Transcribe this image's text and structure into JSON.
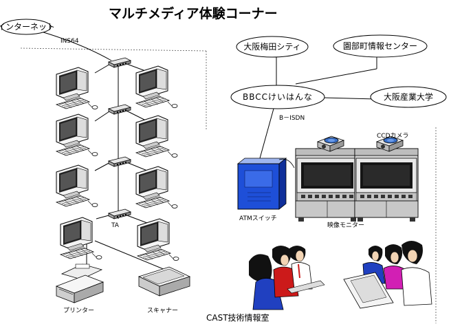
{
  "title": "マルチメディア体験コーナー",
  "nodes": {
    "internet": "インターネット",
    "ins64": "INS64",
    "umeda": "大阪梅田シティ",
    "sonobe": "園部町情報センター",
    "bbcc": "BBCCけいはんな",
    "osaka_sangyo": "大阪産業大学",
    "bisdn": "B－ISDN",
    "ccd_camera": "CCDカメラ",
    "atm_switch": "ATMスイッチ",
    "video_monitor": "映像モニター",
    "ta": "TA",
    "printer": "プリンター",
    "scanner": "スキャナー",
    "cast_room": "CAST技術情報室"
  },
  "colors": {
    "atm_blue": "#1e4fd8",
    "projector_blue": "#3a70c8",
    "monitor_grey": "#c8c8c8",
    "shirt_red": "#cc1a1a",
    "shirt_magenta": "#d21fb4",
    "shirt_blue": "#2040c0"
  }
}
